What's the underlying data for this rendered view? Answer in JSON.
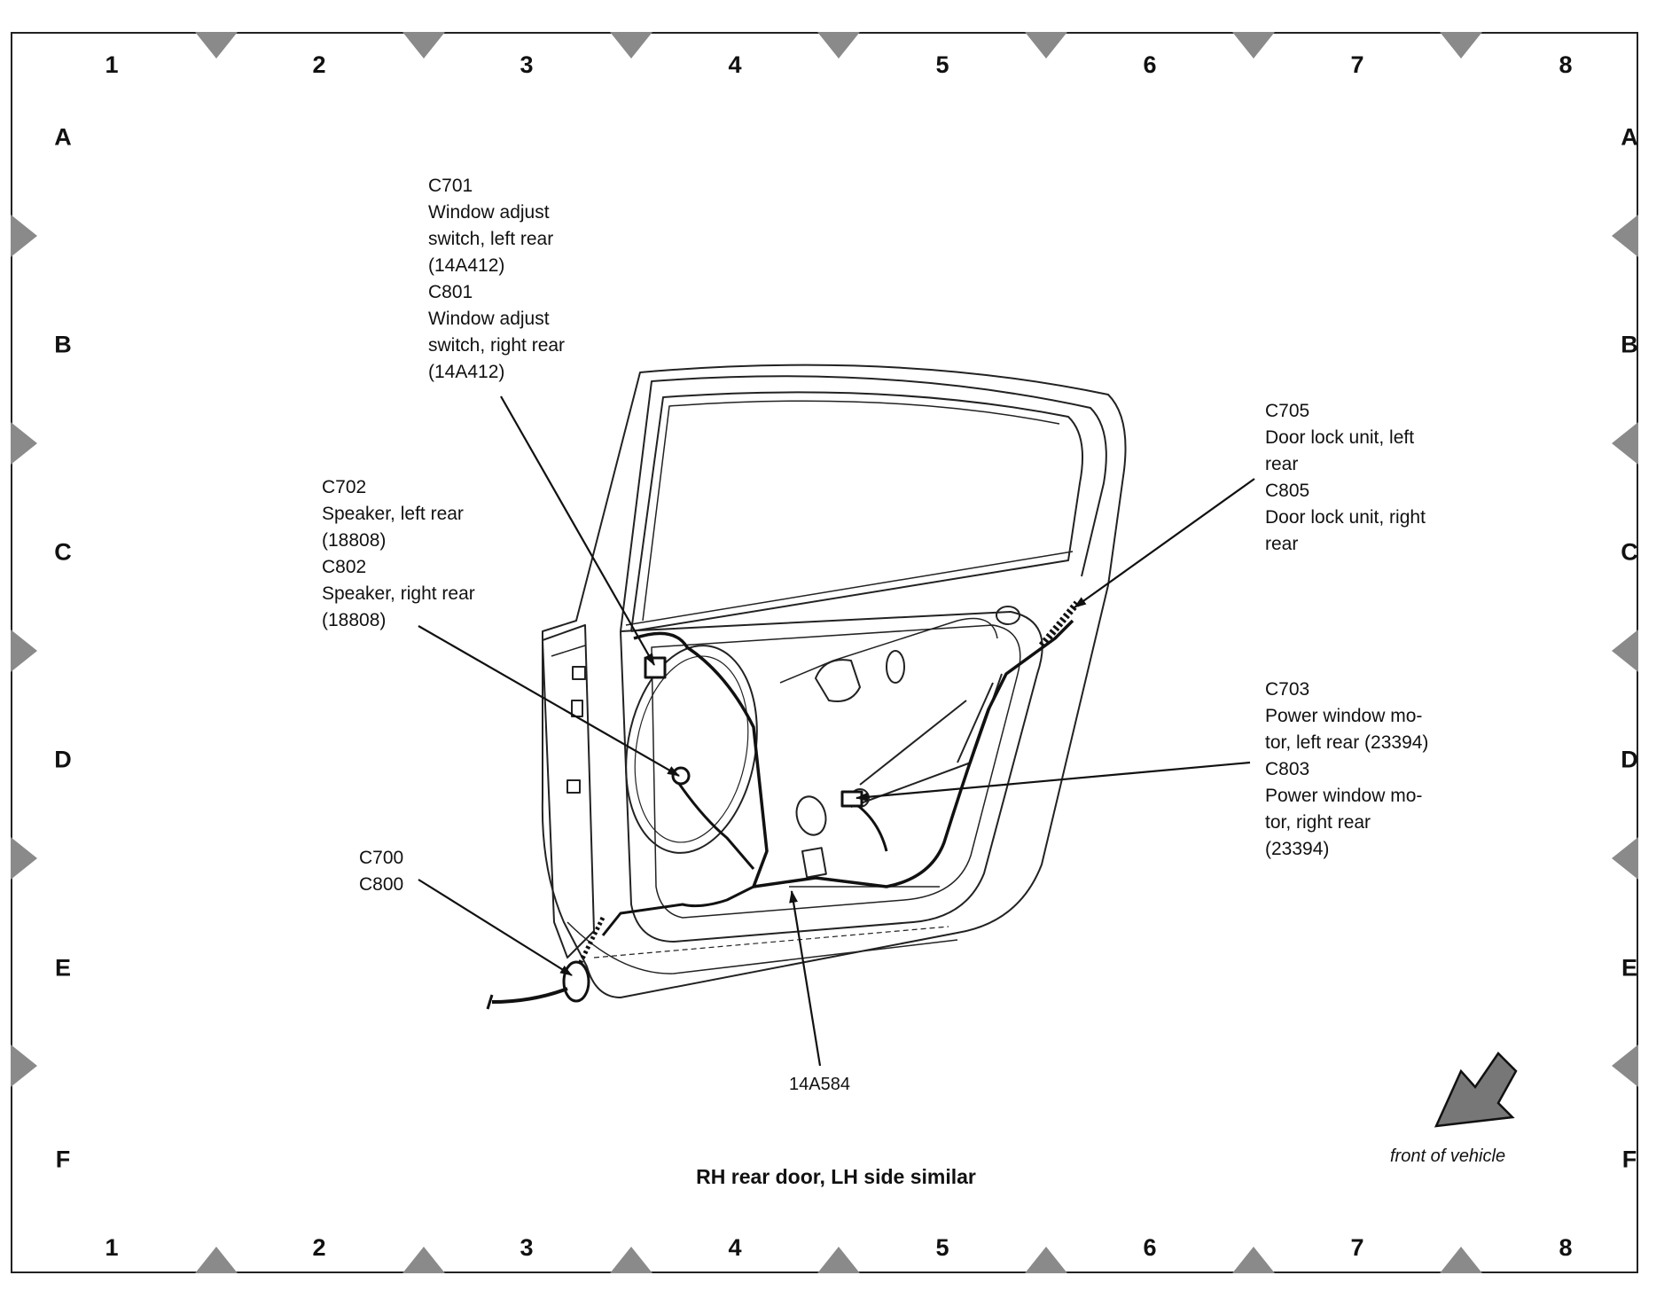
{
  "grid": {
    "columns": [
      "1",
      "2",
      "3",
      "4",
      "5",
      "6",
      "7",
      "8"
    ],
    "rows": [
      "A",
      "B",
      "C",
      "D",
      "E",
      "F"
    ]
  },
  "callouts": {
    "c701": {
      "code": "C701",
      "desc": "Window adjust\nswitch, left rear\n(14A412)"
    },
    "c801": {
      "code": "C801",
      "desc": "Window adjust\nswitch, right rear\n(14A412)"
    },
    "c702": {
      "code": "C702",
      "desc": "Speaker, left rear\n(18808)"
    },
    "c802": {
      "code": "C802",
      "desc": "Speaker, right rear\n(18808)"
    },
    "c700": {
      "code": "C700"
    },
    "c800": {
      "code": "C800"
    },
    "c705": {
      "code": "C705",
      "desc": "Door lock unit, left\nrear"
    },
    "c805": {
      "code": "C805",
      "desc": "Door lock unit, right\nrear"
    },
    "c703": {
      "code": "C703",
      "desc": "Power window mo-\ntor, left rear (23394)"
    },
    "c803": {
      "code": "C803",
      "desc": "Power window mo-\ntor, right rear\n(23394)"
    }
  },
  "harness_part_number": "14A584",
  "caption": "RH rear door, LH side similar",
  "front_indicator": "front of vehicle",
  "colors": {
    "line": "#111111",
    "marker": "#8a8a8a"
  }
}
